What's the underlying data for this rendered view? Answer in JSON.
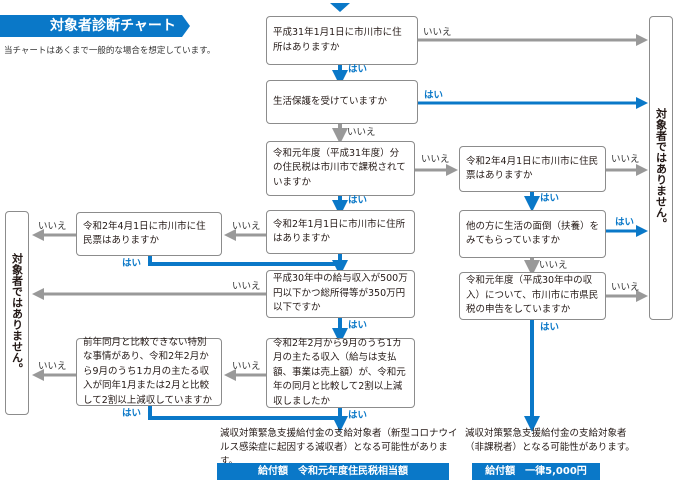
{
  "header": {
    "title": "対象者診断チャート",
    "note": "当チャートはあくまで一般的な場合を想定しています。"
  },
  "questions": {
    "q1": "平成31年1月1日に市川市に住所はありますか",
    "q2": "生活保護を受けていますか",
    "q3": "令和元年度（平成31年度）分の住民税は市川市で課税されていますか",
    "q4": "令和2年1月1日に市川市に住所はありますか",
    "q5": "平成30年中の給与収入が500万円以下かつ総所得等が350万円以下ですか",
    "q6": "令和2年2月から9月のうち1カ月の主たる収入（給与は支払額、事業は売上額）が、令和元年の同月と比較して2割以上減収しましたか",
    "q7": "前年同月と比較できない特別な事情があり、令和2年2月から9月のうち1カ月の主たる収入が同年1月または2月と比較して2割以上減収していますか",
    "q8": "令和2年4月1日に市川市に住民票はありますか",
    "r1": "令和2年4月1日に市川市に住民票はありますか",
    "r2": "他の方に生活の面倒（扶養）をみてもらっていますか",
    "r3": "令和元年度（平成30年中の収入）について、市川市に市県民税の申告をしていますか"
  },
  "outcomes": {
    "not_eligible_right": "対象者ではありません。",
    "not_eligible_left": "対象者ではありません。"
  },
  "labels": {
    "yes": "はい",
    "no": "いいえ"
  },
  "results": {
    "left_text": "減収対策緊急支援給付金の支給対象者（新型コロナウイルス感染症に起因する減収者）となる可能性があります。",
    "left_amount": "給付額　令和元年度住民税相当額",
    "right_text": "減収対策緊急支援給付金の支給対象者（非課税者）となる可能性があります。",
    "right_amount": "給付額　一律5,000円"
  },
  "colors": {
    "accent_blue": "#0a78c8",
    "connector_gray": "#999999"
  }
}
